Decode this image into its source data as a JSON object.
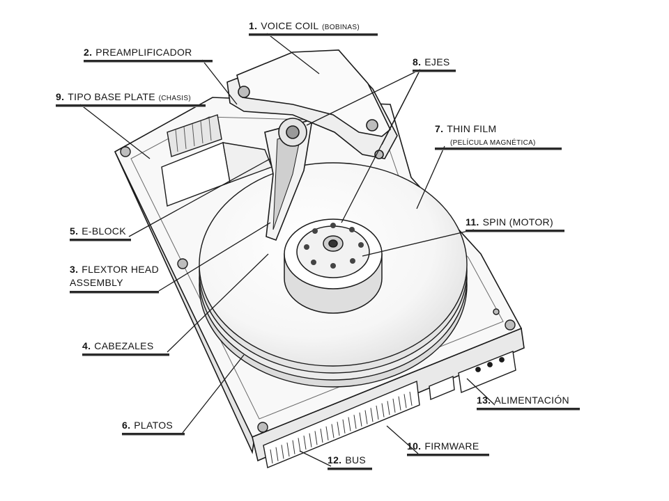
{
  "labels": [
    {
      "num": "1.",
      "text": "VOICE COIL",
      "sub": "(BOBINAS)"
    },
    {
      "num": "2.",
      "text": "PREAMPLIFICADOR"
    },
    {
      "num": "9.",
      "text": "TIPO BASE PLATE",
      "sub": "(CHASIS)"
    },
    {
      "num": "8.",
      "text": "EJES"
    },
    {
      "num": "7.",
      "text": "THIN FILM",
      "sub": "(PELÍCULA MAGNÉTICA)"
    },
    {
      "num": "11.",
      "text": "SPIN (MOTOR)"
    },
    {
      "num": "5.",
      "text": "E-BLOCK"
    },
    {
      "num": "3.",
      "text": "FLEXTOR HEAD",
      "text2": "ASSEMBLY"
    },
    {
      "num": "4.",
      "text": "CABEZALES"
    },
    {
      "num": "6.",
      "text": "PLATOS"
    },
    {
      "num": "13.",
      "text": "ALIMENTACIÓN"
    },
    {
      "num": "10.",
      "text": "FIRMWARE"
    },
    {
      "num": "12.",
      "text": "BUS"
    }
  ],
  "colors": {
    "line": "#1a1a1a",
    "fill": "#ffffff",
    "shade": "#d9d9d9"
  }
}
